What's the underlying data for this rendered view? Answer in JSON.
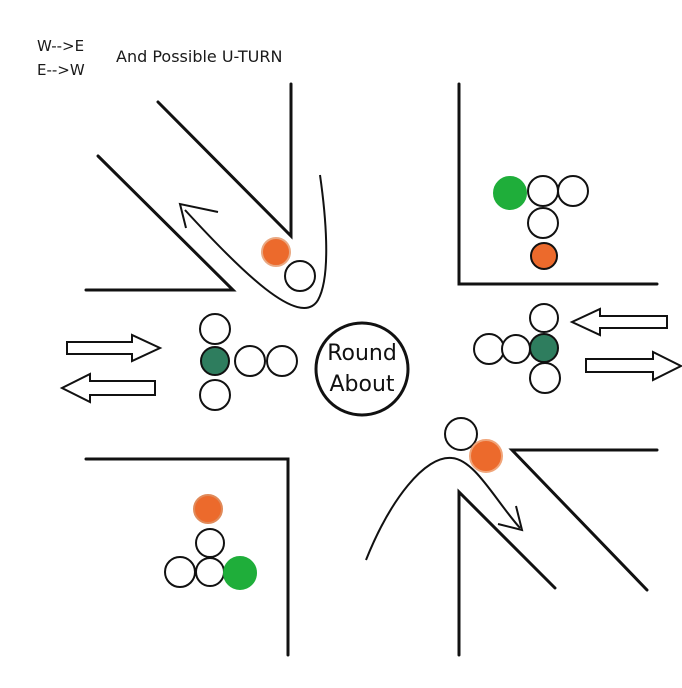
{
  "legend": {
    "west_to_east": "W-->E",
    "east_to_west": "E-->W"
  },
  "subtitle": "And Possible U-TURN",
  "roundabout": {
    "line1": "Round",
    "line2": "About"
  },
  "colors": {
    "red_light": "#ec6a2c",
    "green_light": "#1fae3a",
    "teal_light": "#2e7d5e",
    "ink": "#111111"
  }
}
